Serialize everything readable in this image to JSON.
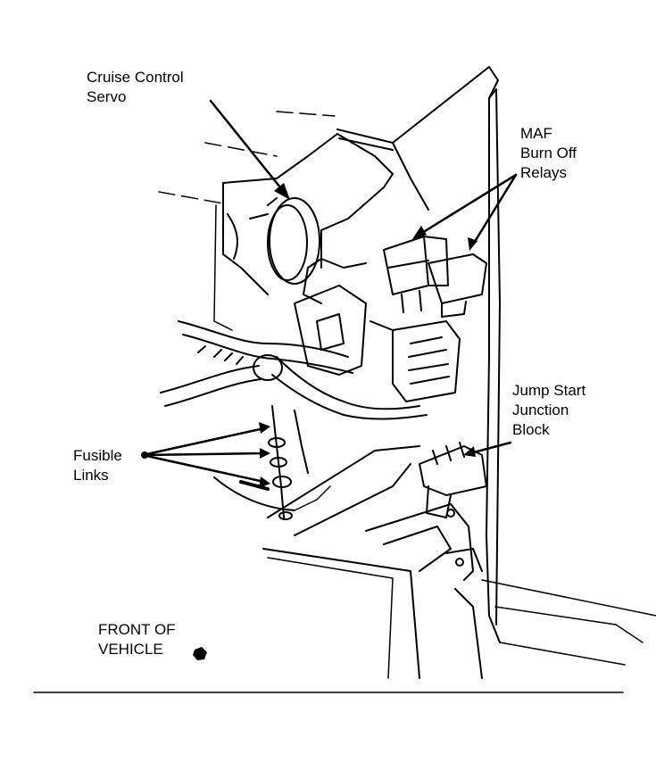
{
  "labels": {
    "cruise_control_servo": [
      "Cruise Control",
      "Servo"
    ],
    "maf_burn_off_relays": [
      "MAF",
      "Burn Off",
      "Relays"
    ],
    "jump_start_junction_block": [
      "Jump Start",
      "Junction",
      "Block"
    ],
    "fusible_links": [
      "Fusible",
      "Links"
    ],
    "front_of_vehicle": [
      "FRONT OF",
      "VEHICLE"
    ]
  },
  "colors": {
    "ink": "#000000",
    "paper": "#ffffff"
  }
}
